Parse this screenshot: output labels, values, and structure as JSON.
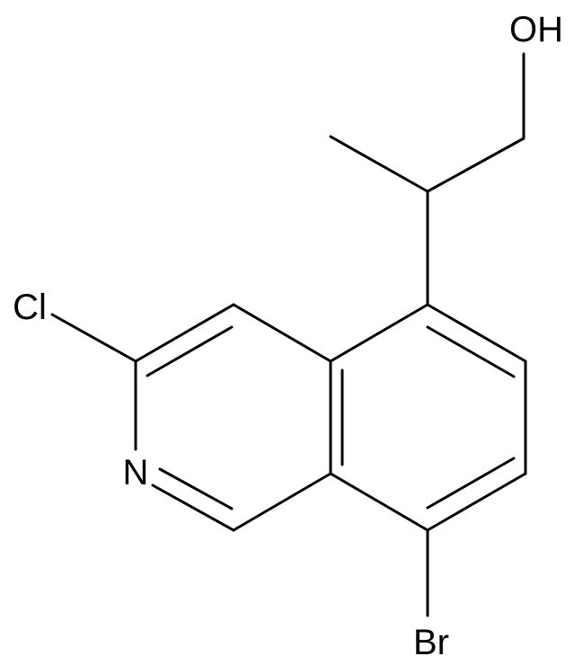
{
  "molecule": {
    "atoms": {
      "hydroxyl": "OH",
      "chlorine": "Cl",
      "nitrogen": "N",
      "bromine": "Br"
    },
    "line_color": "#000000",
    "background": "#ffffff"
  }
}
